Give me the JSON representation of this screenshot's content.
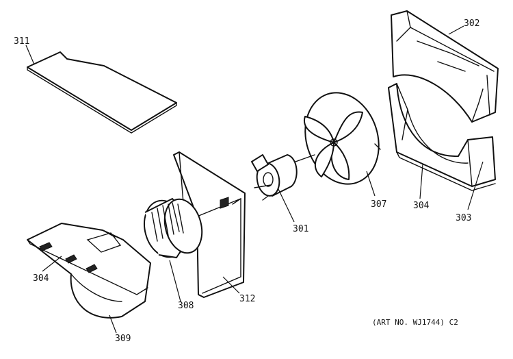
{
  "callouts": {
    "p311": "311",
    "p302": "302",
    "p307": "307",
    "p301": "301",
    "p304_right": "304",
    "p303": "303",
    "p304_left": "304",
    "p308": "308",
    "p312": "312",
    "p309": "309"
  },
  "art_number": "(ART NO. WJ1744) C2"
}
